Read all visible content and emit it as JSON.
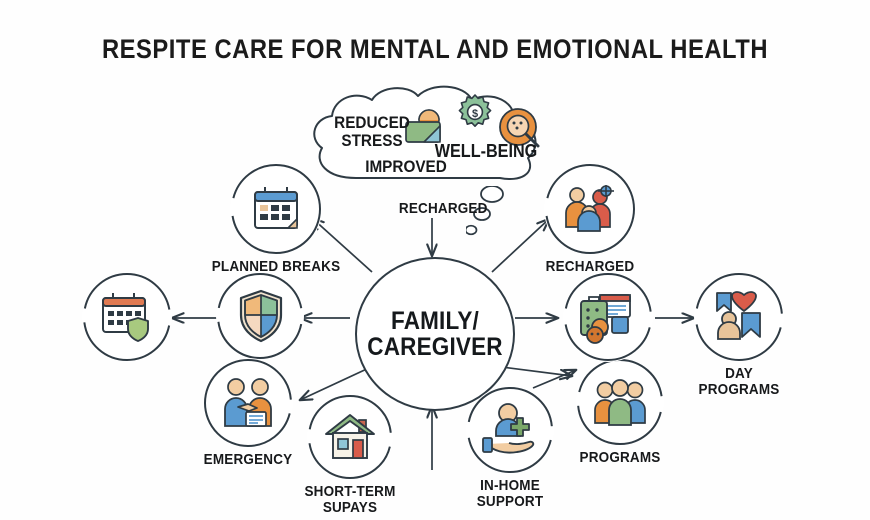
{
  "title": "RESPITE CARE FOR MENTAL AND EMOTIONAL HEALTH",
  "hub": {
    "label": "FAMILY/\nCAREGIVER"
  },
  "cloud": {
    "reduced_stress": "REDUCED\nSTRESS",
    "improved": "IMPROVED",
    "well_being": "WELL-BEING",
    "icons": [
      "sunrise-landscape-icon",
      "gear-dollar-icon",
      "magnifier-icon"
    ]
  },
  "recharged_caption": "RECHARGED",
  "nodes": [
    {
      "id": "planned-breaks",
      "label": "PLANNED BREAKS",
      "icon": "calendar-icon"
    },
    {
      "id": "recharged",
      "label": "RECHARGED",
      "icon": "family-group-icon"
    },
    {
      "id": "calendar-shield",
      "label": "",
      "icon": "calendar-shield-icon"
    },
    {
      "id": "shield",
      "label": "",
      "icon": "shield-quad-icon"
    },
    {
      "id": "emergency",
      "label": "EMERGENCY",
      "icon": "handshake-document-icon"
    },
    {
      "id": "short-term-stays",
      "label": "SHORT-TERM\nSUPAYS",
      "icon": "house-icon"
    },
    {
      "id": "in-home-support",
      "label": "IN-HOME\nSUPPORT",
      "icon": "caring-hand-icon"
    },
    {
      "id": "programs",
      "label": "PROGRAMS",
      "icon": "people-group-icon"
    },
    {
      "id": "services",
      "label": "",
      "icon": "luggage-documents-icon"
    },
    {
      "id": "day-programs",
      "label": "DAY\nPROGRAMS",
      "icon": "bookmark-heart-person-icon"
    }
  ],
  "colors": {
    "stroke": "#2f3b44",
    "text": "#17191b",
    "blue": "#4f90c6",
    "orange": "#e58b3f",
    "green": "#7fa86a",
    "red": "#d95c4a",
    "tan": "#e8c49a",
    "teal": "#7fb8b6"
  }
}
